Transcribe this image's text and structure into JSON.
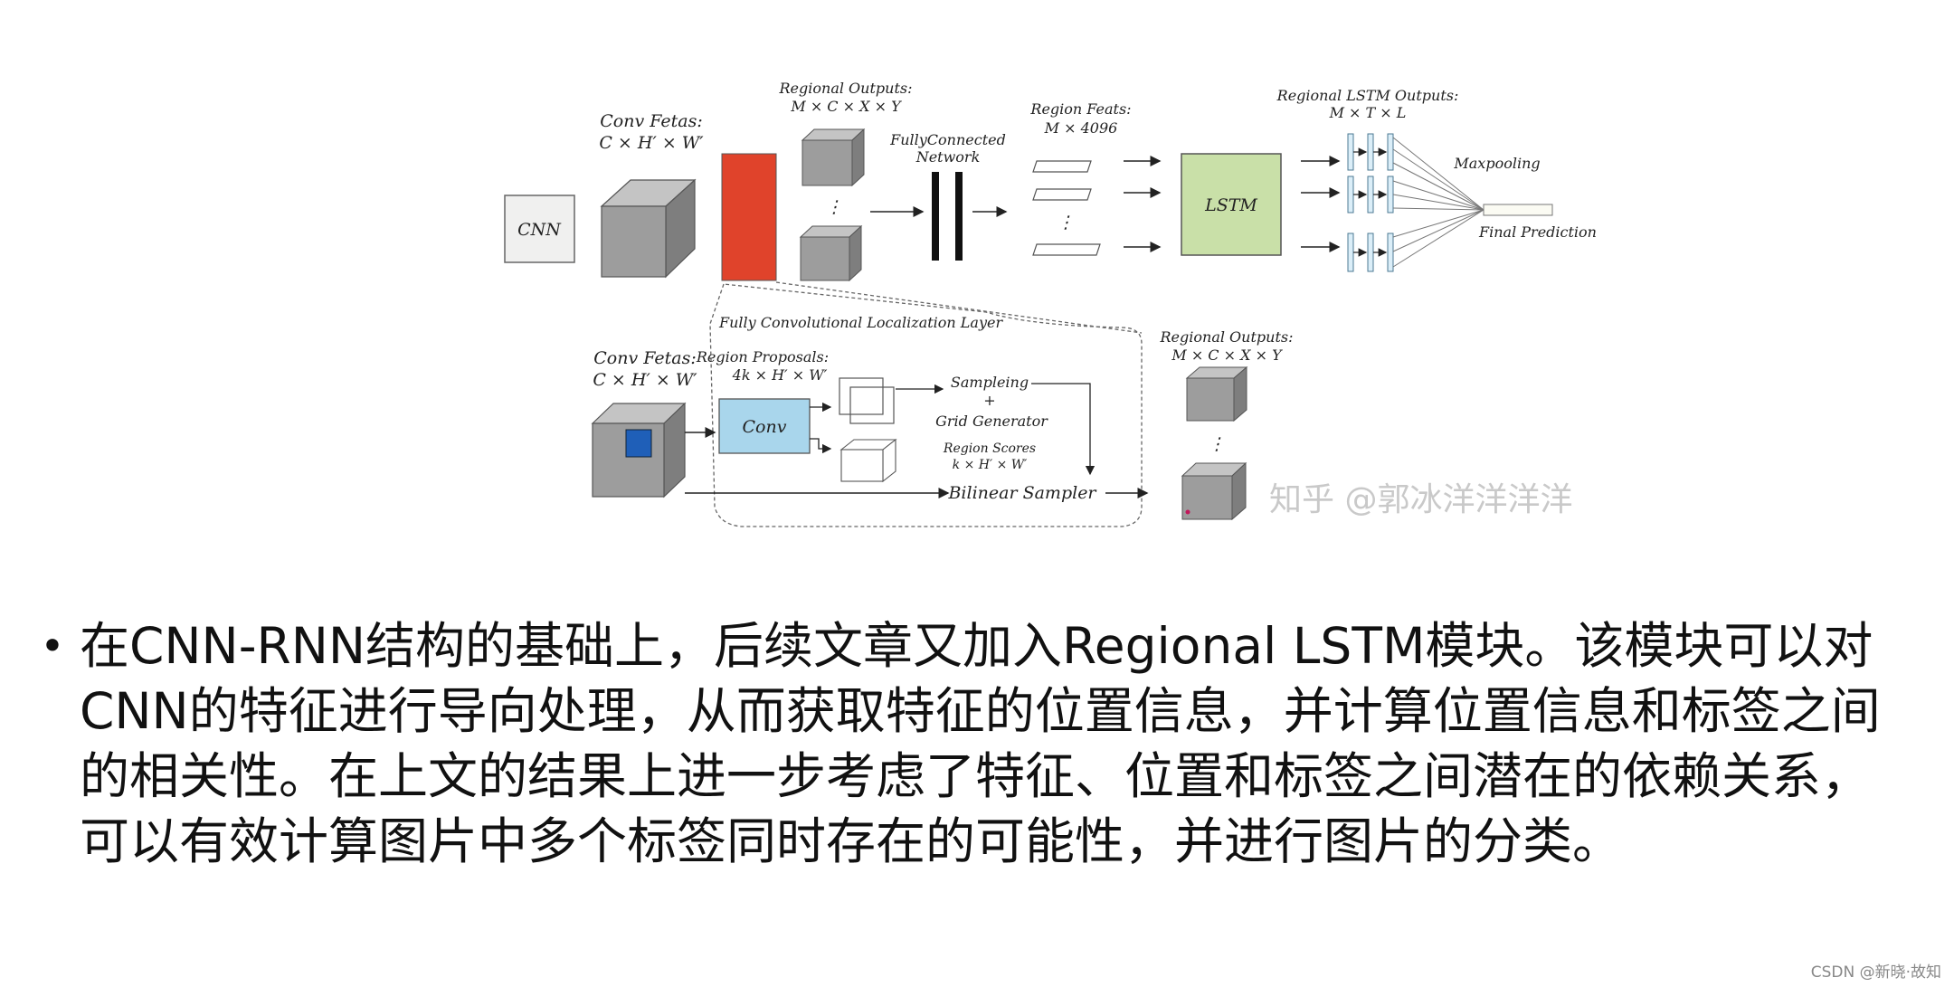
{
  "diagram": {
    "top": {
      "cnn_label": "CNN",
      "conv_feats_title": "Conv Fetas:",
      "conv_feats_dims": "C × H′ × W′",
      "regional_outputs_title": "Regional Outputs:",
      "regional_outputs_dims": "M × C × X × Y",
      "vdots": "⋮",
      "fc_title_1": "FullyConnected",
      "fc_title_2": "Network",
      "region_feats_title": "Region Feats:",
      "region_feats_dims": "M × 4096",
      "lstm_label": "LSTM",
      "regional_lstm_title": "Regional LSTM Outputs:",
      "regional_lstm_dims": "M × T × L",
      "maxpooling_label": "Maxpooling",
      "final_prediction_label": "Final Prediction"
    },
    "bottom": {
      "fcl_title": "Fully Convolutional Localization Layer",
      "conv_feats_title": "Conv Fetas:",
      "conv_feats_dims": "C × H′ × W′",
      "region_proposals_title": "Region Proposals:",
      "region_proposals_dims": "4k × H′ × W′",
      "conv_label": "Conv",
      "sampling_label": "Sampleing",
      "plus_label": "+",
      "grid_generator_label": "Grid Generator",
      "region_scores_title": "Region Scores",
      "region_scores_dims": "k × H′ × W′",
      "bilinear_sampler_label": "Bilinear Sampler",
      "regional_outputs_title": "Regional Outputs:",
      "regional_outputs_dims": "M × C × X × Y",
      "vdots": "⋮"
    },
    "watermark": "知乎 @郭冰洋洋洋洋",
    "colors": {
      "red_block": "#e0432b",
      "lstm_fill": "#c9e0a8",
      "conv_fill": "#a9d6ec",
      "small_blue": "#1f5fb8",
      "cube_front": "#9d9d9d",
      "cube_top": "#c4c4c4",
      "cube_side": "#7e7e7e"
    }
  },
  "bullet": {
    "text": "在CNN-RNN结构的基础上，后续文章又加入Regional LSTM模块。该模块可以对CNN的特征进行导向处理，从而获取特征的位置信息，并计算位置信息和标签之间的相关性。在上文的结果上进一步考虑了特征、位置和标签之间潜在的依赖关系，可以有效计算图片中多个标签同时存在的可能性，并进行图片的分类。"
  },
  "footer": {
    "credit": "CSDN @新晓·故知"
  }
}
